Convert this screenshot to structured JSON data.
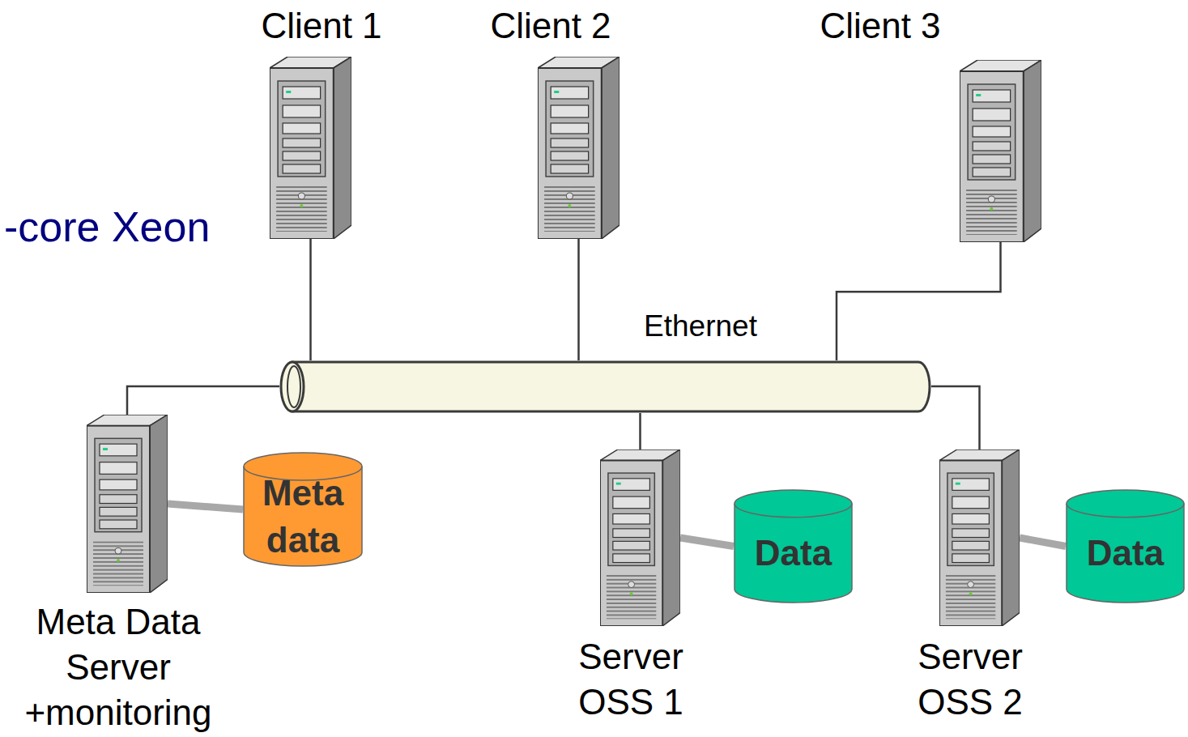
{
  "diagram": {
    "nodes": [
      {
        "text": [
          "Client 1"
        ]
      },
      {
        "text": [
          "Client 2"
        ]
      },
      {
        "text": [
          "Client 3"
        ]
      },
      {
        "text": [
          "Ethernet"
        ]
      },
      {
        "text": [
          "Meta Data Server +monitoring"
        ]
      },
      {
        "text": [
          "Meta data"
        ]
      },
      {
        "text": [
          "Server OSS 1"
        ]
      },
      {
        "text": [
          "Data"
        ]
      },
      {
        "text": [
          "Server OSS 2"
        ]
      },
      {
        "text": [
          "Data"
        ]
      }
    ],
    "edges": [
      {
        "from": 0,
        "to": 3,
        "arrow": "none"
      },
      {
        "from": 1,
        "to": 3,
        "arrow": "none"
      },
      {
        "from": 2,
        "to": 3,
        "arrow": "none"
      },
      {
        "from": 4,
        "to": 3,
        "arrow": "none"
      },
      {
        "from": 4,
        "to": 5,
        "arrow": "none"
      },
      {
        "from": 6,
        "to": 3,
        "arrow": "none"
      },
      {
        "from": 6,
        "to": 7,
        "arrow": "none"
      },
      {
        "from": 8,
        "to": 3,
        "arrow": "none"
      },
      {
        "from": 8,
        "to": 9,
        "arrow": "none"
      }
    ],
    "labels": [
      "-core Xeon"
    ]
  }
}
